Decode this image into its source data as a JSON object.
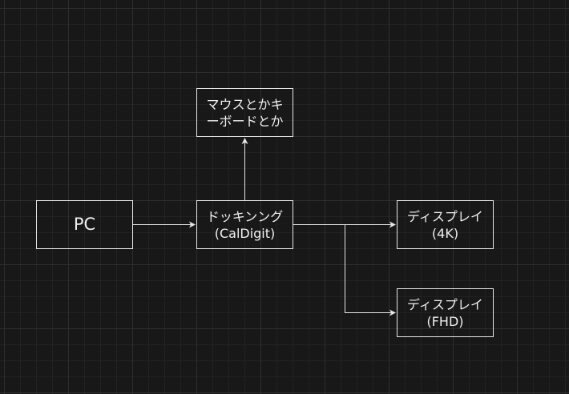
{
  "nodes": {
    "pc": {
      "label": "PC"
    },
    "docking": {
      "line1": "ドッキンング",
      "line2": "(CalDigit)"
    },
    "mouse_keyboard": {
      "line1": "マウスとかキ",
      "line2": "ーボードとか"
    },
    "display_4k": {
      "line1": "ディスプレイ",
      "line2": "(4K)"
    },
    "display_fhd": {
      "line1": "ディスプレイ",
      "line2": "(FHD)"
    }
  },
  "colors": {
    "background": "#181818",
    "stroke": "#e6e6e6",
    "text": "#f0f0f0"
  }
}
